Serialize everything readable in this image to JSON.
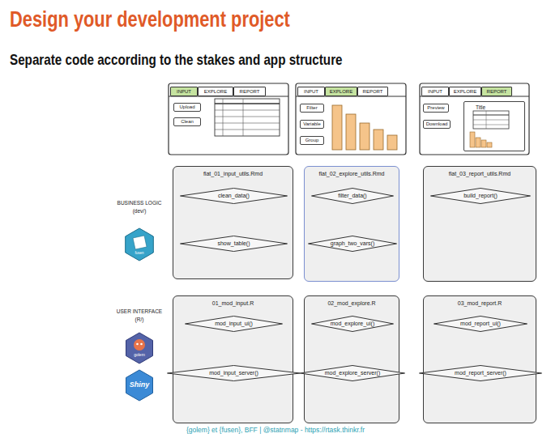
{
  "diagram": {
    "title": "Design your development project",
    "caption": "{golem} et {fusen}, BFF | @statnmap - https://rtask.thinkr.fr",
    "nodes": [
      {
        "text": [
          "INPUT"
        ]
      },
      {
        "text": [
          "EXPLORE"
        ]
      },
      {
        "text": [
          "REPORT"
        ]
      },
      {
        "text": [
          "Upload"
        ]
      },
      {
        "text": [
          "Clean"
        ]
      },
      {
        "text": [
          "INPUT"
        ]
      },
      {
        "text": [
          "EXPLORE"
        ]
      },
      {
        "text": [
          "REPORT"
        ]
      },
      {
        "text": [
          "Filter"
        ]
      },
      {
        "text": [
          "Variable"
        ]
      },
      {
        "text": [
          "Group"
        ]
      },
      {
        "text": [
          "INPUT"
        ]
      },
      {
        "text": [
          "EXPLORE"
        ]
      },
      {
        "text": [
          "REPORT"
        ]
      },
      {
        "text": [
          "Preview"
        ]
      },
      {
        "text": [
          "Download"
        ]
      },
      {
        "text": [
          "Title"
        ]
      },
      {
        "text": [
          "flat_01_input_utils.Rmd"
        ]
      },
      {
        "text": [
          "clean_data()"
        ],
        "in": 17
      },
      {
        "text": [
          "show_table()"
        ],
        "in": 17
      },
      {
        "text": [
          "flat_02_explore_utils.Rmd"
        ]
      },
      {
        "text": [
          "filter_data()"
        ],
        "in": 20
      },
      {
        "text": [
          "graph_two_vars()"
        ],
        "in": 20
      },
      {
        "text": [
          "flat_03_report_utils.Rmd"
        ]
      },
      {
        "text": [
          "build_report()"
        ],
        "in": 23
      },
      {
        "text": [
          "01_mod_input.R"
        ]
      },
      {
        "text": [
          "mod_input_ui()"
        ],
        "in": 25
      },
      {
        "text": [
          "mod_input_server()"
        ],
        "in": 25
      },
      {
        "text": [
          "02_mod_explore.R"
        ]
      },
      {
        "text": [
          "mod_explore_ui()"
        ],
        "in": 28
      },
      {
        "text": [
          "mod_explore_server()"
        ],
        "in": 28
      },
      {
        "text": [
          "03_mod_report.R"
        ]
      },
      {
        "text": [
          "mod_report_ui()"
        ],
        "in": 31
      },
      {
        "text": [
          "mod_report_server()"
        ],
        "in": 31
      }
    ],
    "labels": [
      "Separate code according to the stakes and app structure",
      "BUSINESS LOGIC",
      "(dev/)",
      "fusen",
      "USER INTERFACE",
      "(R/)",
      "golem",
      "Shiny"
    ]
  }
}
